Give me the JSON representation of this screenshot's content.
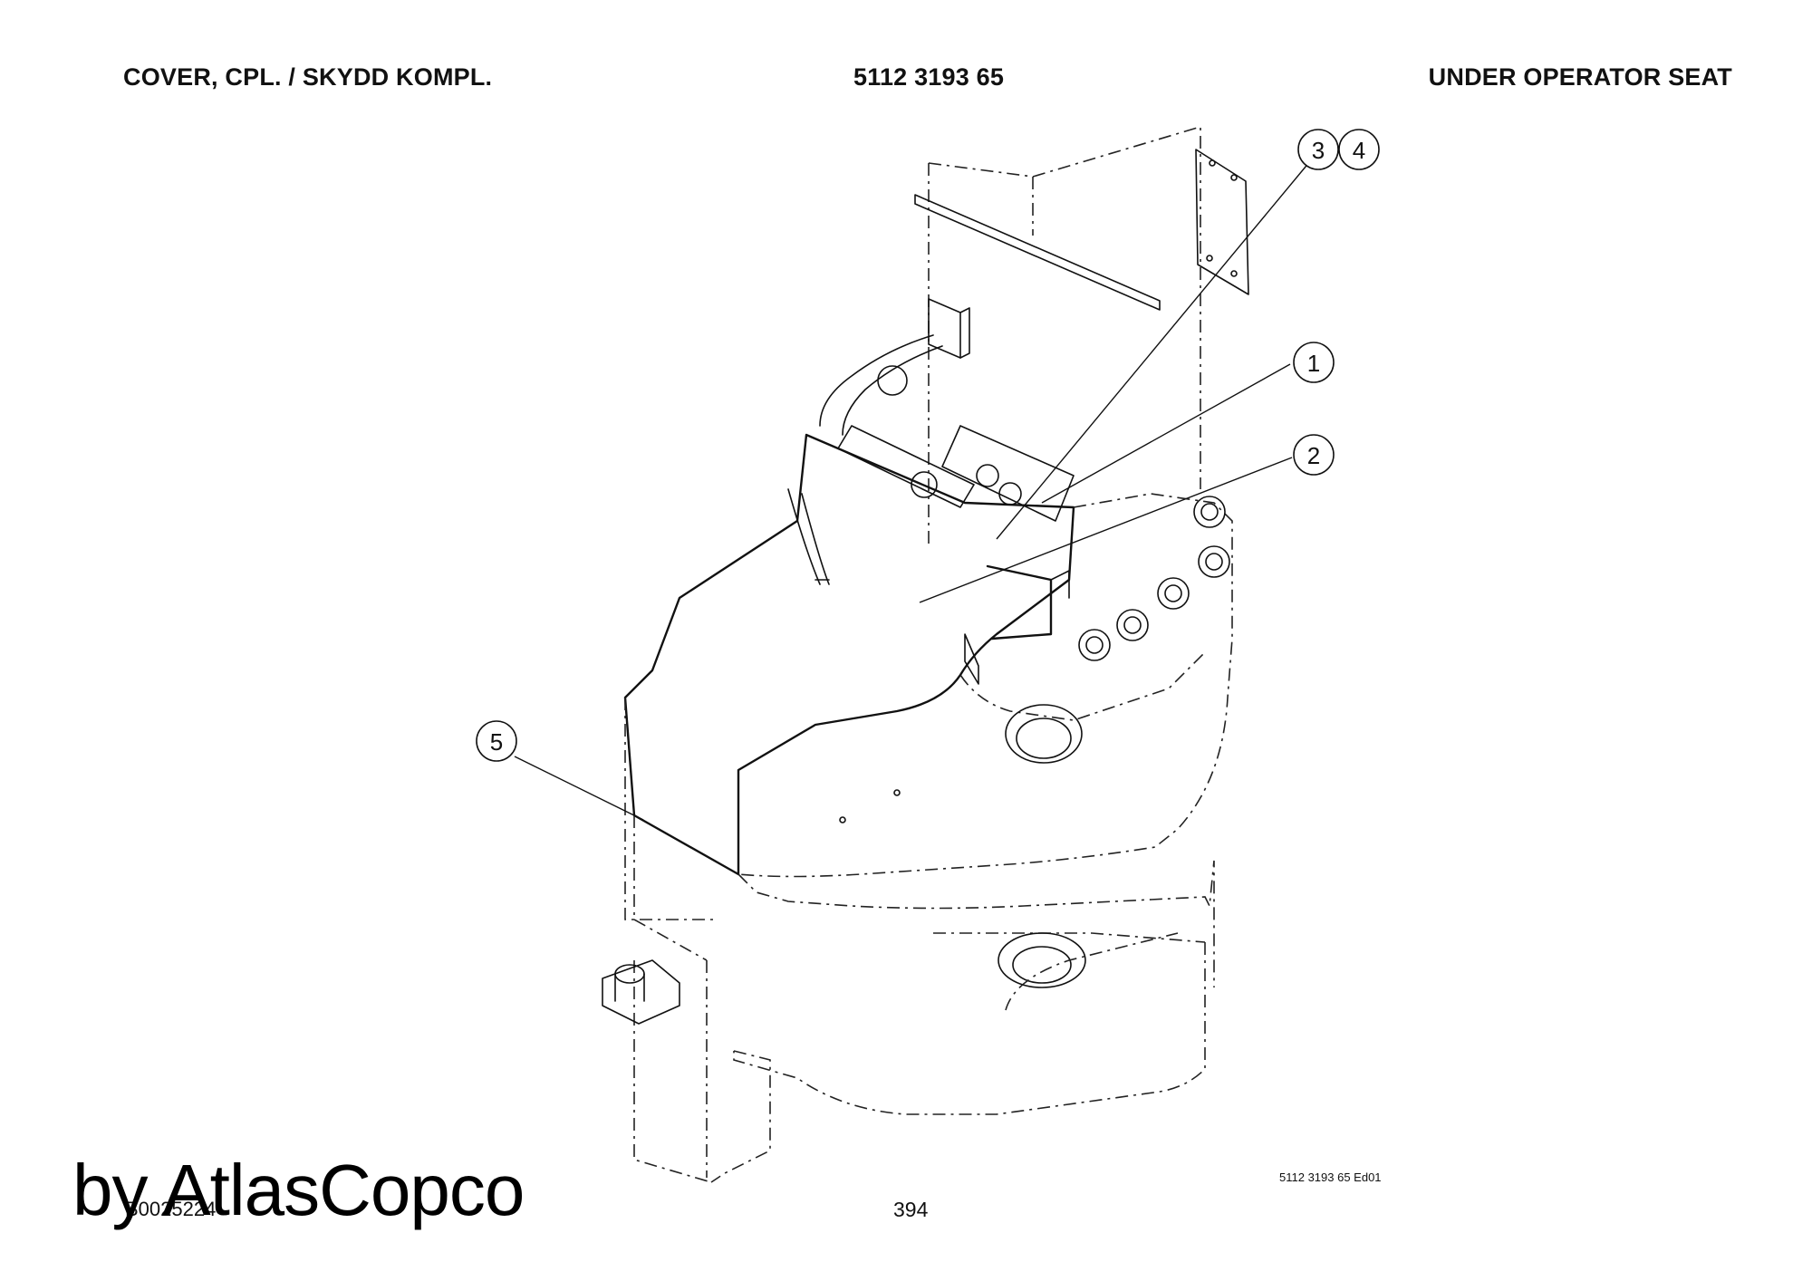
{
  "header": {
    "left": "COVER, CPL. / SKYDD KOMPL.",
    "center": "5112 3193 65",
    "right": "UNDER OPERATOR SEAT"
  },
  "balloons": [
    "3",
    "4",
    "1",
    "2",
    "5"
  ],
  "footer": {
    "drawing_no": "B0025224",
    "page": "394",
    "code": "5112 3193 65 Ed01"
  },
  "watermark": "by AtlasCopco"
}
